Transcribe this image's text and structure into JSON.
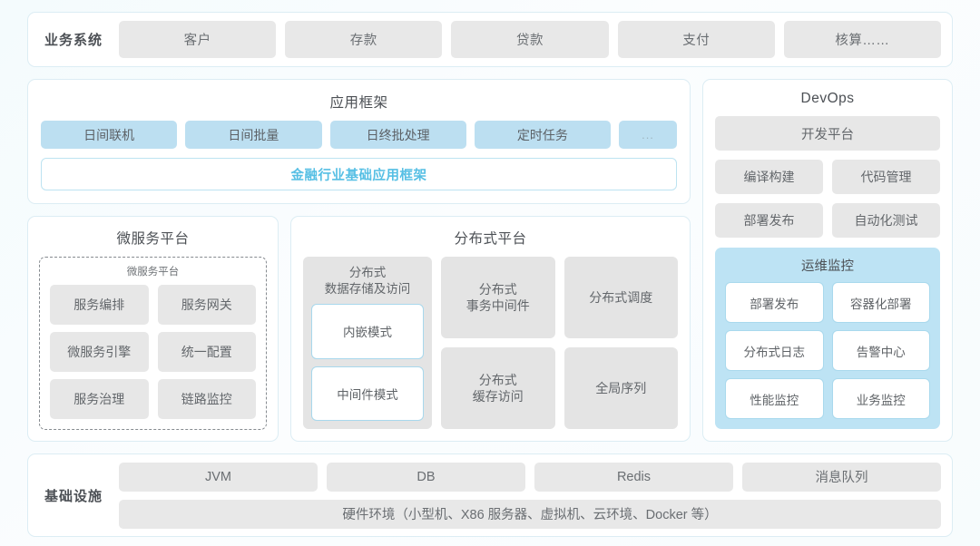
{
  "business_systems": {
    "label": "业务系统",
    "items": [
      "客户",
      "存款",
      "贷款",
      "支付",
      "核算……"
    ]
  },
  "application_framework": {
    "title": "应用框架",
    "items": [
      "日间联机",
      "日间批量",
      "日终批处理",
      "定时任务"
    ],
    "more": "...",
    "base_bar": "金融行业基础应用框架"
  },
  "microservice_platform": {
    "title": "微服务平台",
    "inner_title": "微服务平台",
    "items": [
      "服务编排",
      "服务网关",
      "微服务引擎",
      "统一配置",
      "服务治理",
      "链路监控"
    ]
  },
  "distributed_platform": {
    "title": "分布式平台",
    "storage": {
      "title": "分布式\n数据存储及访问",
      "title_line1": "分布式",
      "title_line2": "数据存储及访问",
      "modes": [
        "内嵌模式",
        "中间件模式"
      ]
    },
    "cells": [
      {
        "line1": "分布式",
        "line2": "事务中间件"
      },
      {
        "line1": "分布式调度",
        "line2": ""
      },
      {
        "line1": "分布式",
        "line2": "缓存访问"
      },
      {
        "line1": "全局序列",
        "line2": ""
      }
    ]
  },
  "devops": {
    "title": "DevOps",
    "platform": "开发平台",
    "items": [
      "编译构建",
      "代码管理",
      "部署发布",
      "自动化测试"
    ],
    "ops_monitor": {
      "title": "运维监控",
      "items": [
        "部署发布",
        "容器化部署",
        "分布式日志",
        "告警中心",
        "性能监控",
        "业务监控"
      ]
    }
  },
  "infrastructure": {
    "label": "基础设施",
    "items": [
      "JVM",
      "DB",
      "Redis",
      "消息队列"
    ],
    "hardware": "硬件环境（小型机、X86 服务器、虚拟机、云环境、Docker 等）"
  },
  "colors": {
    "panel_border": "#dcedf4",
    "gray_cell": "#e8e8e8",
    "blue_cell": "#bcdff1",
    "accent_blue": "#56bfe4",
    "ops_box": "#bde3f4"
  }
}
